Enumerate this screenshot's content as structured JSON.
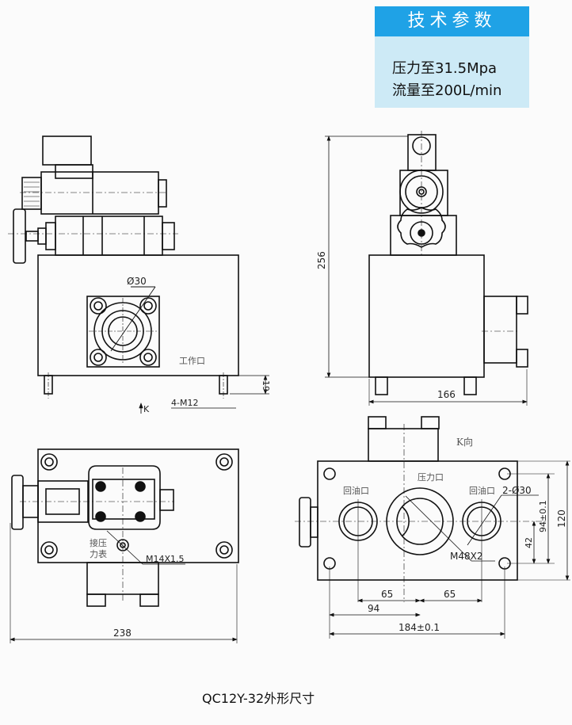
{
  "spec_box": {
    "title": "技术参数",
    "lines": [
      "压力至31.5Mpa",
      "流量至200L/min"
    ],
    "header_color": "#1fa2e6",
    "body_color": "#cdeaf6"
  },
  "views": {
    "front": {
      "port_diameter": "Ø30",
      "port_label": "工作口",
      "foot_height": "19",
      "bolts": "4-M12",
      "view_arrow": "K"
    },
    "side": {
      "height": "256",
      "width": "166"
    },
    "top": {
      "gauge_label_line1": "接压",
      "gauge_label_line2": "力表",
      "gauge_thread": "M14X1.5",
      "width": "238"
    },
    "k_view": {
      "title": "K向",
      "return_port_left": "回油口",
      "pressure_port": "压力口",
      "return_port_right": "回油口",
      "return_port_dia": "2-Ø30",
      "pressure_thread": "M48X2",
      "dim_120": "120",
      "dim_94": "94±0.1",
      "dim_42": "42",
      "dim_65_left": "65",
      "dim_65_right": "65",
      "dim_94_horiz": "94",
      "dim_184": "184±0.1"
    }
  },
  "caption": "QC12Y-32外形尺寸"
}
